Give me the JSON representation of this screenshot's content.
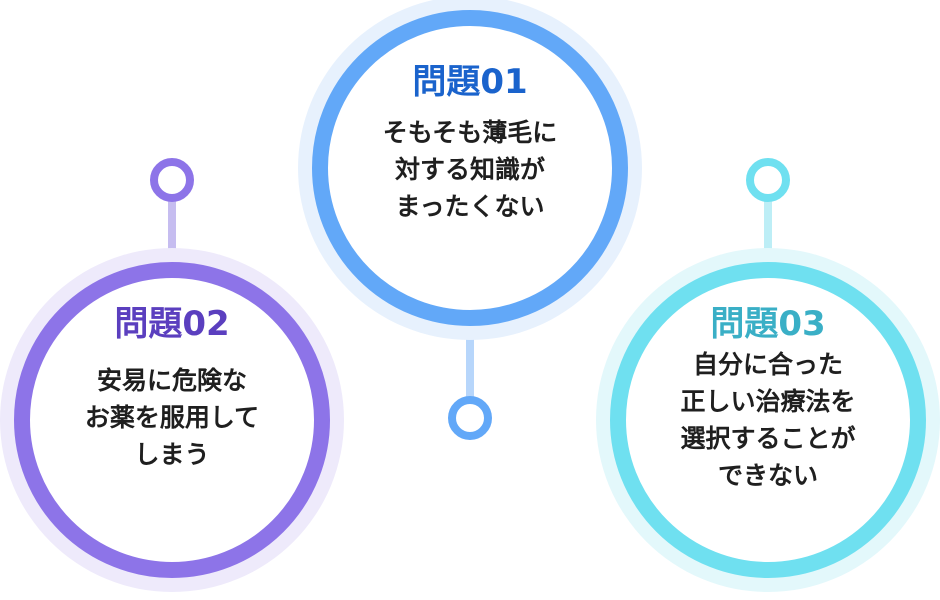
{
  "colors": {
    "blue": "#62a8f8",
    "blue_title": "#1a63cc",
    "blue_halo": "#e7f1fd",
    "purple": "#8d74e8",
    "purple_title": "#5b3fbf",
    "purple_halo": "#eeeafb",
    "cyan": "#6fe0f0",
    "cyan_title": "#3aafc6",
    "cyan_halo": "#e3f8fb",
    "text": "#1f1f1f"
  },
  "problems": [
    {
      "title": "問題01",
      "lines": [
        "そもそも薄毛に",
        "対する知識が",
        "まったくない"
      ]
    },
    {
      "title": "問題02",
      "lines": [
        "安易に危険な",
        "お薬を服用して",
        "しまう"
      ]
    },
    {
      "title": "問題03",
      "lines": [
        "自分に合った",
        "正しい治療法を",
        "選択することが",
        "できない"
      ]
    }
  ]
}
